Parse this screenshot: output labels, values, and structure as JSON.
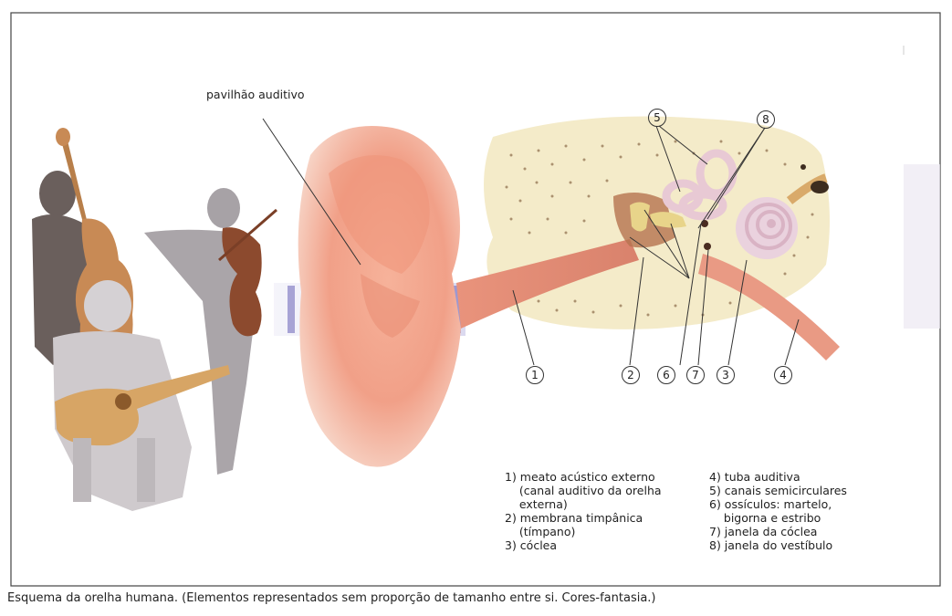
{
  "labels": {
    "pinna": "pavilhão auditivo"
  },
  "markers": [
    "1",
    "2",
    "3",
    "4",
    "5",
    "6",
    "7",
    "8"
  ],
  "legend": {
    "left": [
      "1) meato acústico externo",
      "    (canal auditivo da orelha",
      "    externa)",
      "2) membrana timpânica",
      "    (tímpano)",
      "3) cóclea"
    ],
    "right": [
      "4) tuba auditiva",
      "5) canais semicirculares",
      "6) ossículos: martelo,",
      "    bigorna e estribo",
      "7) janela da cóclea",
      "8) janela do vestíbulo"
    ]
  },
  "caption": "Esquema da orelha humana. (Elementos representados sem proporção de tamanho entre si. Cores-fantasia.)"
}
